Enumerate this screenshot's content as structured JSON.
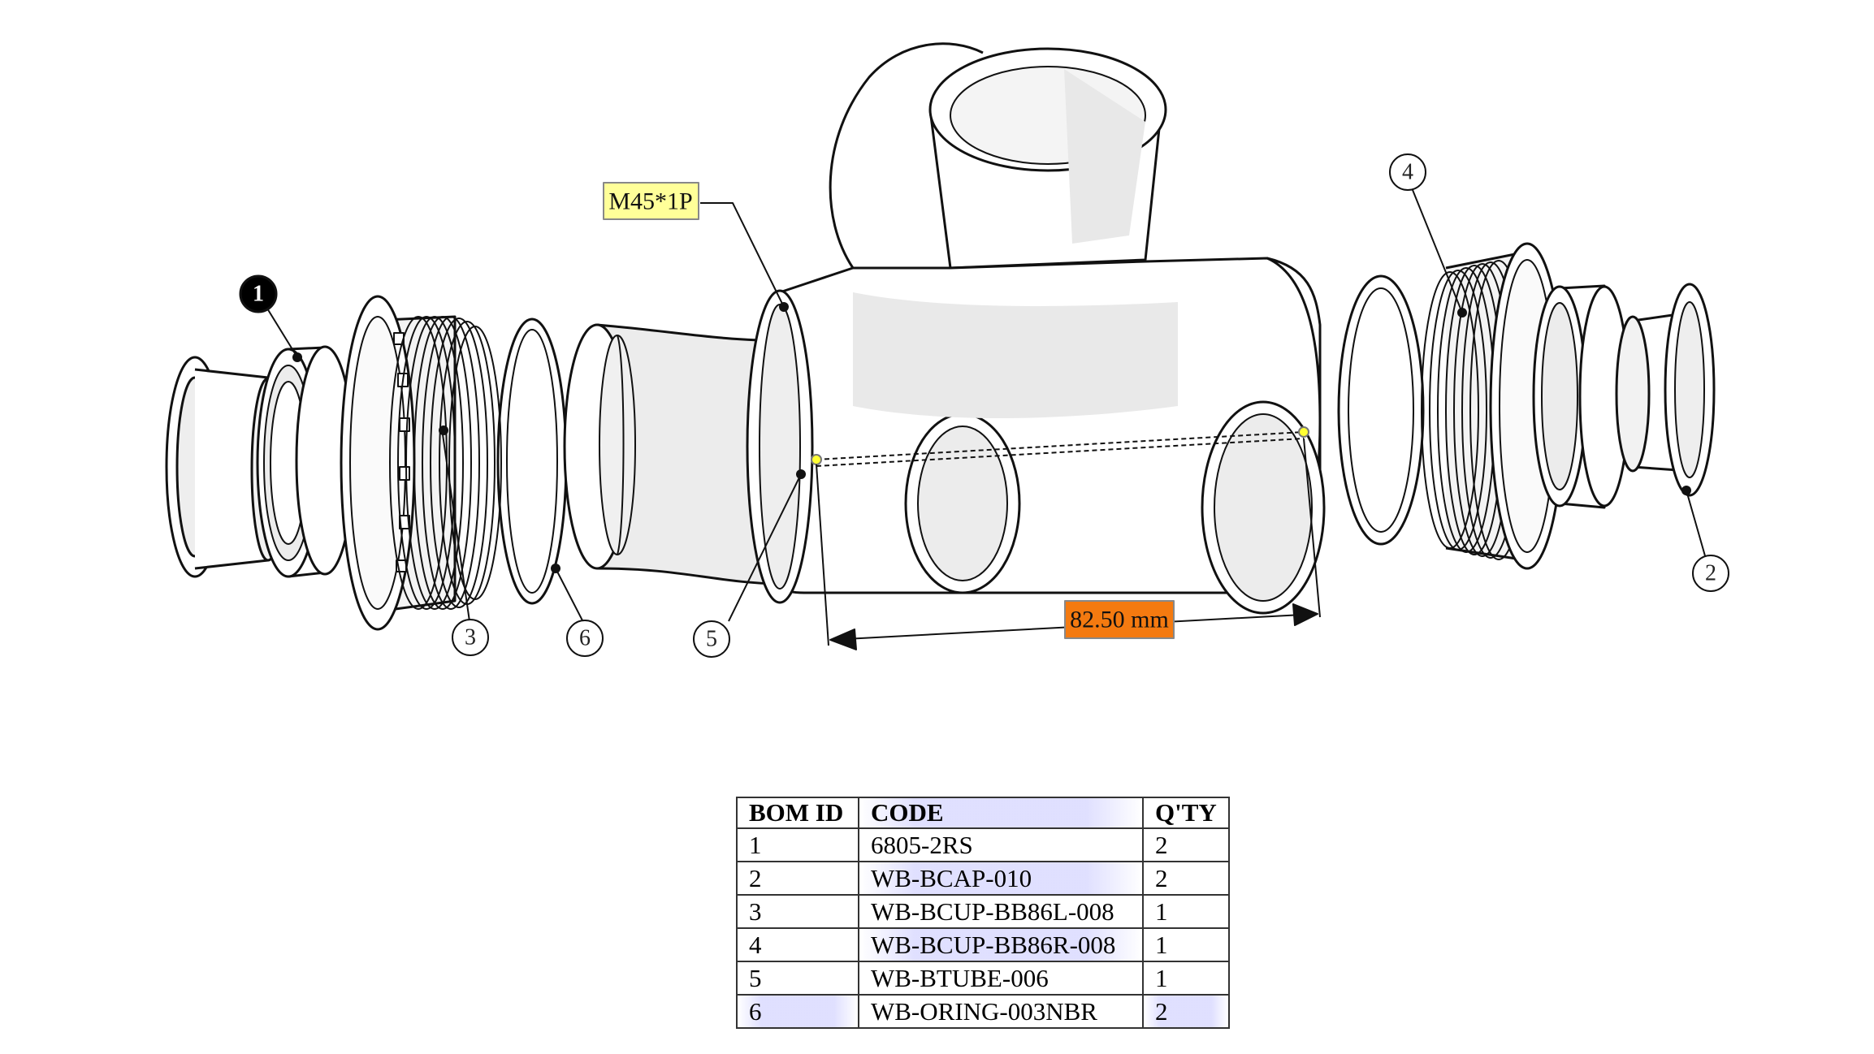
{
  "callouts": {
    "thread_label": "M45*1P",
    "dimension_label": "82.50 mm",
    "balloon_1": "1",
    "balloon_2": "2",
    "balloon_3": "3",
    "balloon_4": "4",
    "balloon_5": "5",
    "balloon_6": "6"
  },
  "bom": {
    "headers": [
      "BOM ID",
      "CODE",
      "Q'TY"
    ],
    "rows": [
      {
        "id": "1",
        "code": "6805-2RS",
        "qty": "2"
      },
      {
        "id": "2",
        "code": "WB-BCAP-010",
        "qty": "2"
      },
      {
        "id": "3",
        "code": "WB-BCUP-BB86L-008",
        "qty": "1"
      },
      {
        "id": "4",
        "code": "WB-BCUP-BB86R-008",
        "qty": "1"
      },
      {
        "id": "5",
        "code": "WB-BTUBE-006",
        "qty": "1"
      },
      {
        "id": "6",
        "code": "WB-ORING-003NBR",
        "qty": "2"
      }
    ]
  },
  "colors": {
    "thread_label_bg": "#ffff99",
    "dimension_label_bg": "#f47a10",
    "shade": "#e6e6e6",
    "outline": "#111111",
    "dot_yellow": "#ffff33"
  }
}
